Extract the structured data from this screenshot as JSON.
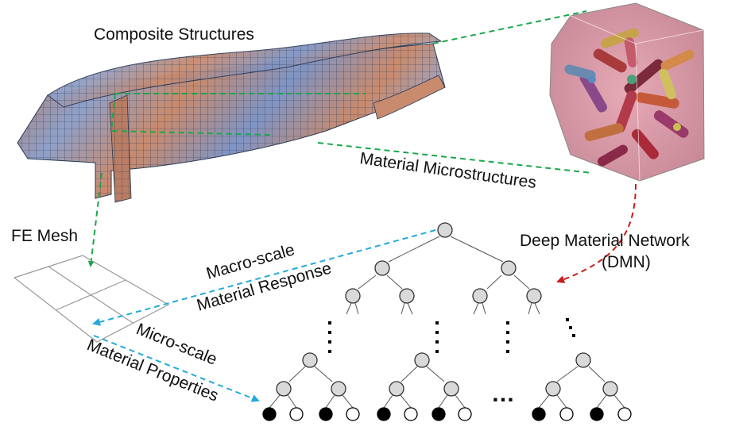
{
  "labels": {
    "composite_structures": "Composite Structures",
    "material_microstructures": "Material Microstructures",
    "fe_mesh": "FE Mesh",
    "dmn_line1": "Deep Material Network",
    "dmn_line2": "(DMN)",
    "macro_line1": "Macro-scale",
    "macro_line2": "Material Response",
    "micro_line1": "Micro-scale",
    "micro_line2": "Material Properties",
    "ellipsis": "…"
  },
  "colors": {
    "green_arrow": "#1aa84a",
    "blue_arrow": "#22aadd",
    "red_arrow": "#cc1a1a",
    "tree_node": "#d9d9d9",
    "microstructure_bg": "#d99aa6"
  }
}
